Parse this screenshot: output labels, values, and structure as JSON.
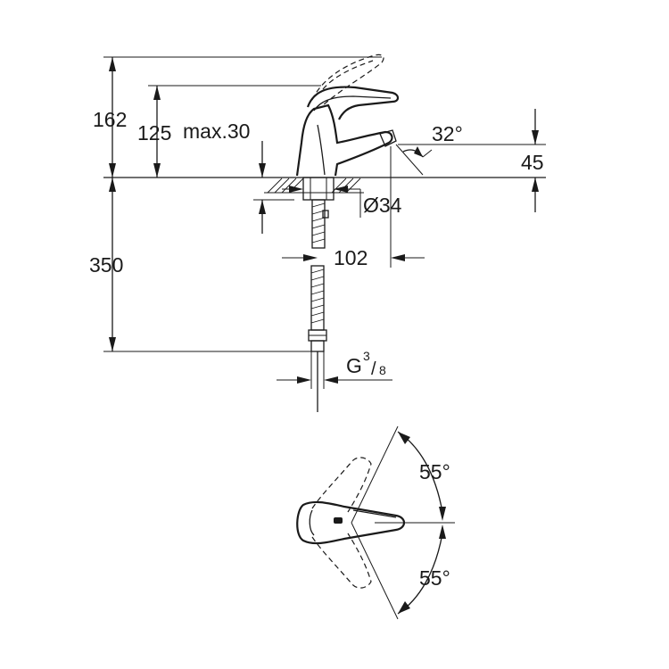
{
  "dimensions": {
    "height_total": "162",
    "height_spout": "125",
    "max_deck": "max.30",
    "spout_angle": "32°",
    "spout_outlet": "45",
    "hole_diameter": "Ø34",
    "below_deck": "350",
    "reach": "102",
    "connection_main": "G",
    "connection_numerator": "3",
    "connection_slash": "/",
    "connection_denominator": "8",
    "swivel_up": "55°",
    "swivel_down": "55°"
  }
}
